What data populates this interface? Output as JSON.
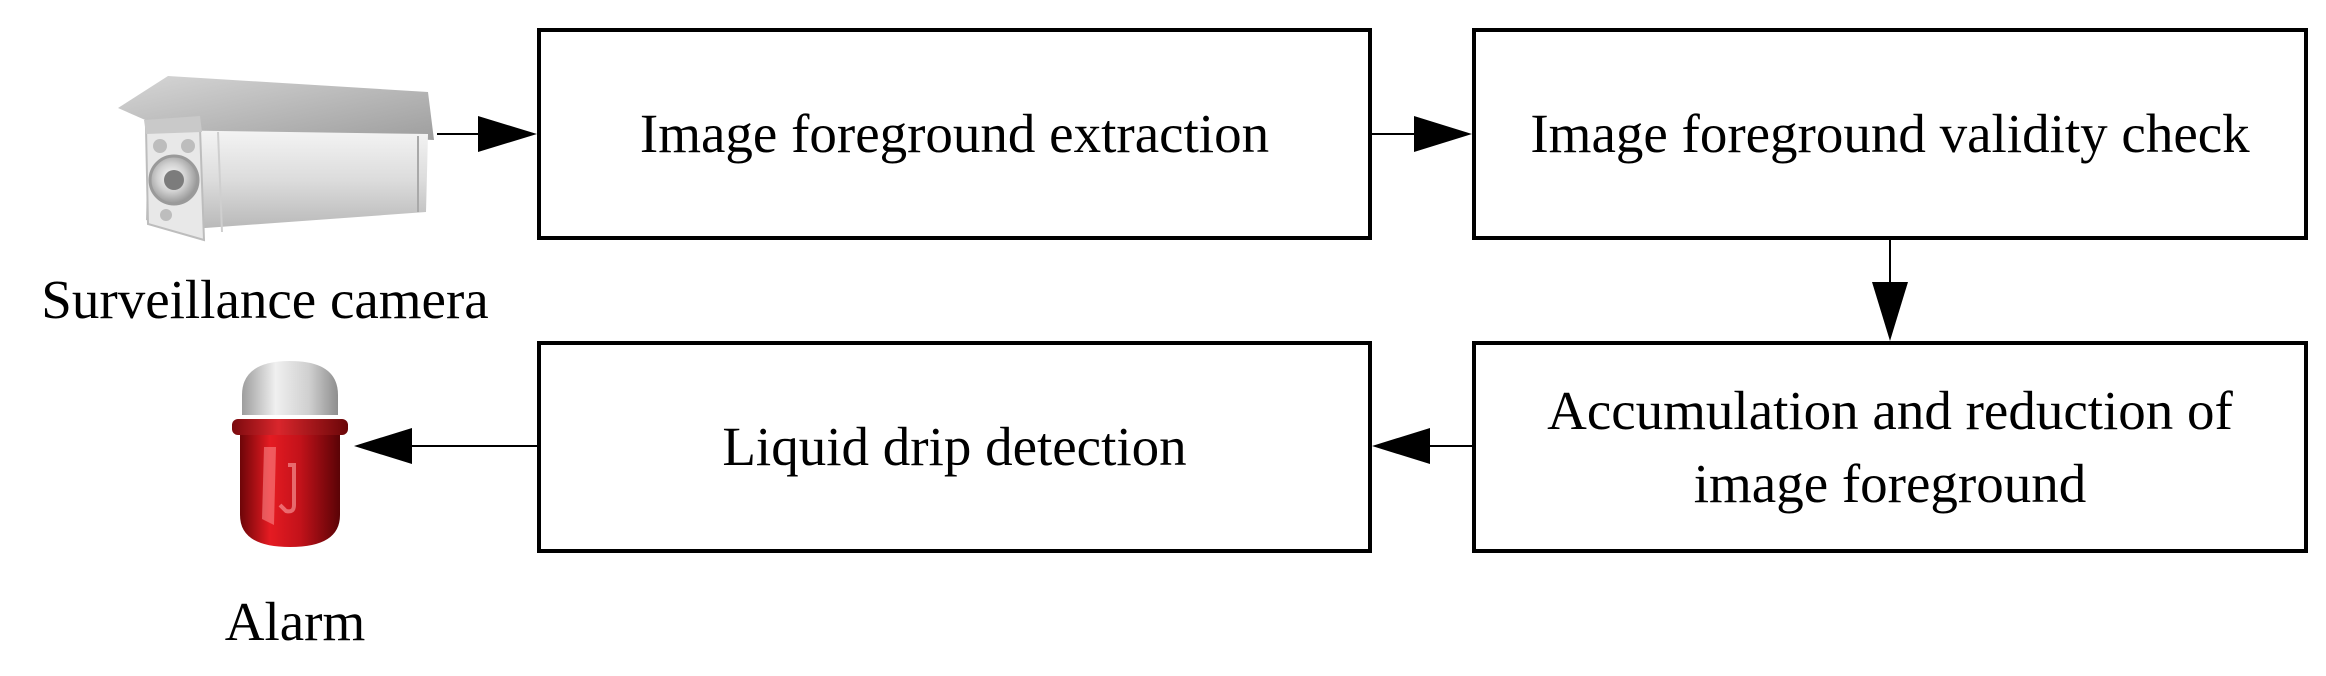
{
  "diagram": {
    "camera": {
      "label": "Surveillance camera",
      "icon": "surveillance-camera-icon"
    },
    "alarm": {
      "label": "Alarm",
      "icon": "alarm-siren-icon"
    },
    "steps": {
      "extraction": "Image foreground extraction",
      "validity": "Image foreground validity check",
      "accumulation": "Accumulation and reduction of\nimage foreground",
      "drip": "Liquid drip detection"
    },
    "flow": [
      "Surveillance camera",
      "Image foreground extraction",
      "Image foreground validity check",
      "Accumulation and reduction of image foreground",
      "Liquid drip detection",
      "Alarm"
    ]
  }
}
